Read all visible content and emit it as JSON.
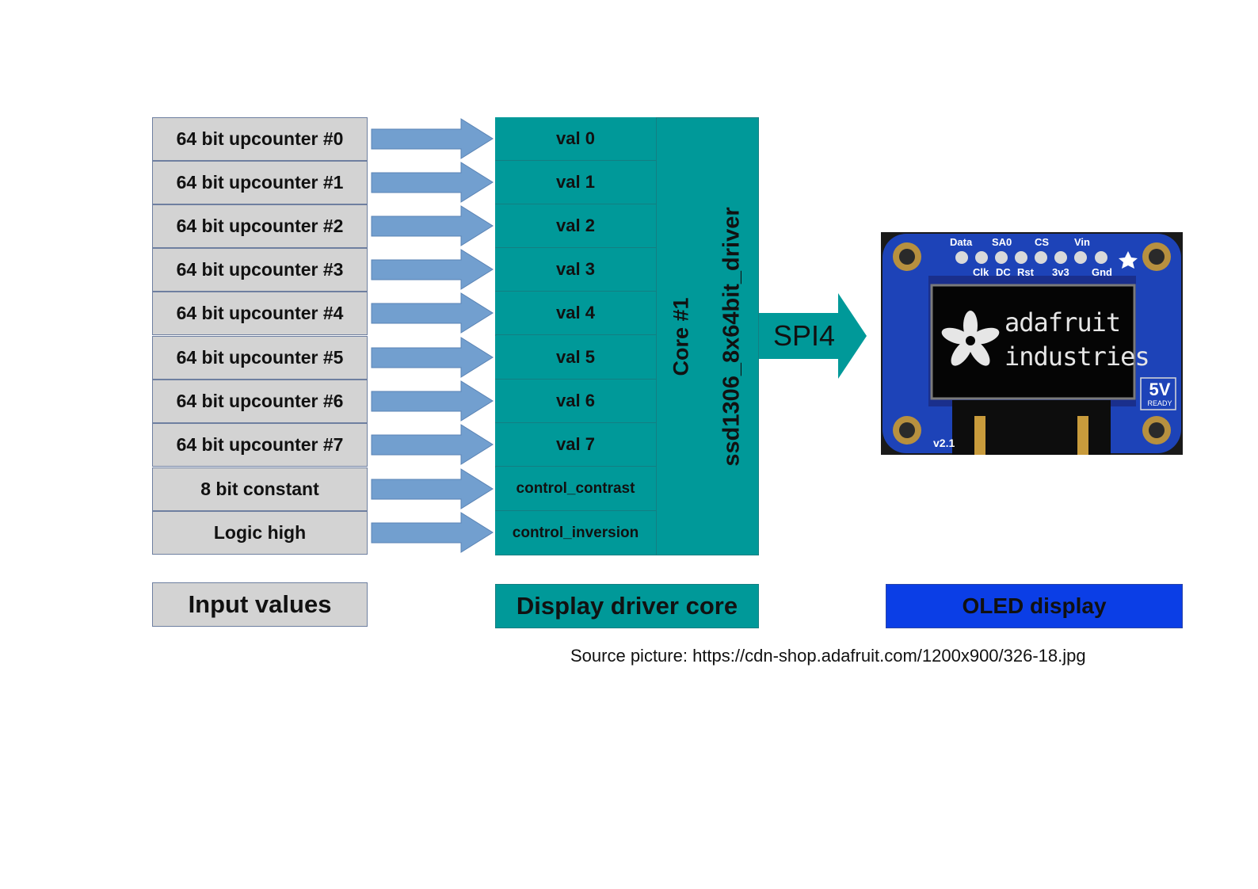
{
  "inputs": [
    "64 bit upcounter #0",
    "64 bit upcounter #1",
    "64 bit upcounter #2",
    "64 bit upcounter #3",
    "64 bit upcounter #4",
    "64 bit upcounter #5",
    "64 bit upcounter #6",
    "64 bit upcounter #7",
    "8 bit constant",
    "Logic high"
  ],
  "values": [
    "val 0",
    "val 1",
    "val 2",
    "val 3",
    "val 4",
    "val 5",
    "val 6",
    "val 7",
    "control_contrast",
    "control_inversion"
  ],
  "core": {
    "core_label": "Core #1",
    "driver_name": "ssd1306_8x64bit_driver"
  },
  "link": {
    "label": "SPI4"
  },
  "oled": {
    "pin_top": [
      "Data",
      "SA0",
      "CS",
      "Vin"
    ],
    "pin_bottom": [
      "Clk",
      "DC",
      "Rst",
      "3v3",
      "Gnd"
    ],
    "logo_line1": "adafruit",
    "logo_line2": "industries",
    "badge_main": "5V",
    "badge_sub": "READY",
    "version": "v2.1"
  },
  "legend": {
    "inputs": "Input values",
    "core": "Display driver core",
    "oled": "OLED display"
  },
  "source": "Source picture: https://cdn-shop.adafruit.com/1200x900/326-18.jpg",
  "colors": {
    "input_fill": "#d3d3d3",
    "arrow_fill": "#729fcf",
    "core_fill": "#009999",
    "oled_legend_fill": "#0b3ee6",
    "board_blue": "#1d43b8"
  }
}
